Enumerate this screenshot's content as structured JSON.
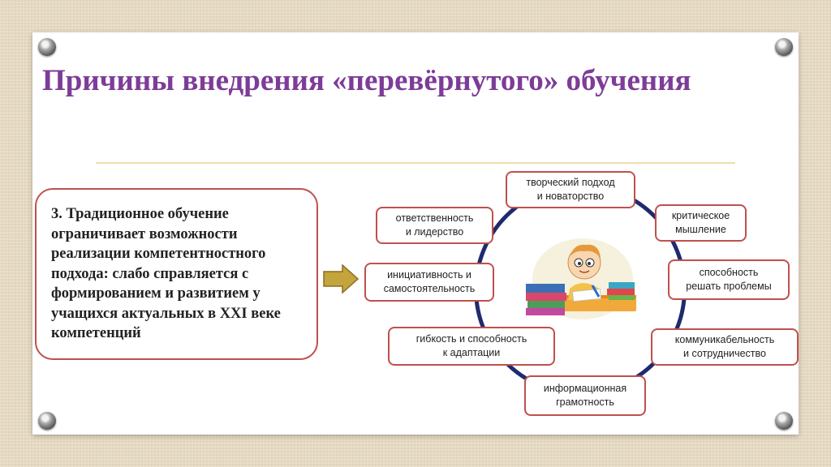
{
  "slide": {
    "title": "Причины внедрения «перевёрнутого» обучения",
    "main_statement": "3. Традиционное обучение ограничивает возможности реализации компетентностного подхода: слабо справляется с формированием и развитием у учащихся актуальных в XXI веке компетенций"
  },
  "skills": {
    "creative": {
      "line1": "творческий подход",
      "line2": "и новаторство"
    },
    "critical": {
      "line1": "критическое",
      "line2": "мышление"
    },
    "problem": {
      "line1": "способность",
      "line2": "решать проблемы"
    },
    "communication": {
      "line1": "коммуникабельность",
      "line2": "и сотрудничество"
    },
    "literacy": {
      "line1": "информационная",
      "line2": "грамотность"
    },
    "flexibility": {
      "line1": "гибкость и способность",
      "line2": "к адаптации"
    },
    "initiative": {
      "line1": "инициативность и",
      "line2": "самостоятельность"
    },
    "responsibility": {
      "line1": "ответственность",
      "line2": "и лидерство"
    }
  },
  "colors": {
    "title": "#7d3c98",
    "box_border": "#c0504d",
    "ring": "#1f2a6e",
    "arrow": "#c4a43c"
  },
  "icons": {
    "pin": "pushpin-icon",
    "arrow": "right-arrow-icon",
    "center": "student-studying-illustration"
  }
}
